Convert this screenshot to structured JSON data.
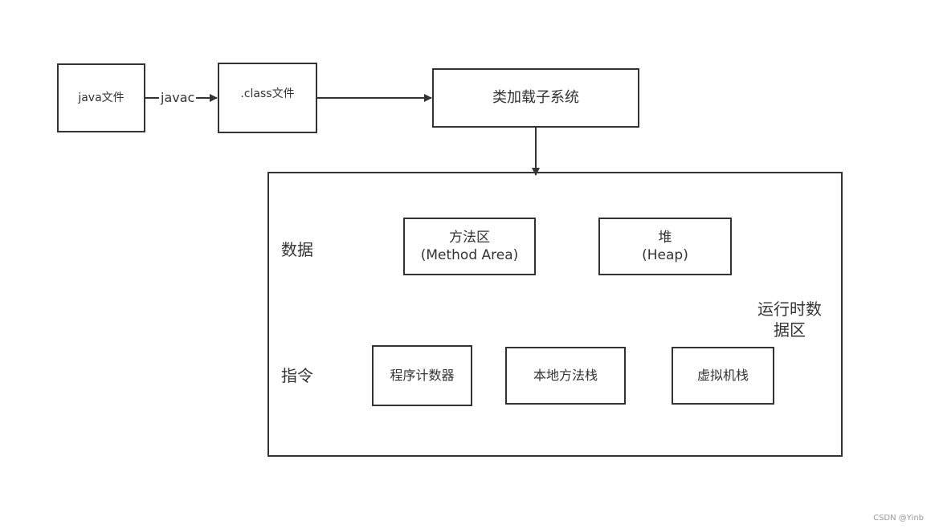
{
  "nodes": {
    "java_file": "java文件",
    "class_file": ".class文件",
    "class_loader": "类加载子系统",
    "method_area": "方法区",
    "method_area_en": "(Method Area)",
    "heap": "堆",
    "heap_en": "(Heap)",
    "pc_register": "程序计数器",
    "native_stack": "本地方法栈",
    "vm_stack": "虚拟机栈"
  },
  "edges": {
    "javac": "javac"
  },
  "labels": {
    "data": "数据",
    "instructions": "指令",
    "runtime_area_line1": "运行时数",
    "runtime_area_line2": "据区"
  },
  "watermark": "CSDN @Yinb",
  "colors": {
    "stroke": "#333333",
    "background": "#ffffff"
  }
}
